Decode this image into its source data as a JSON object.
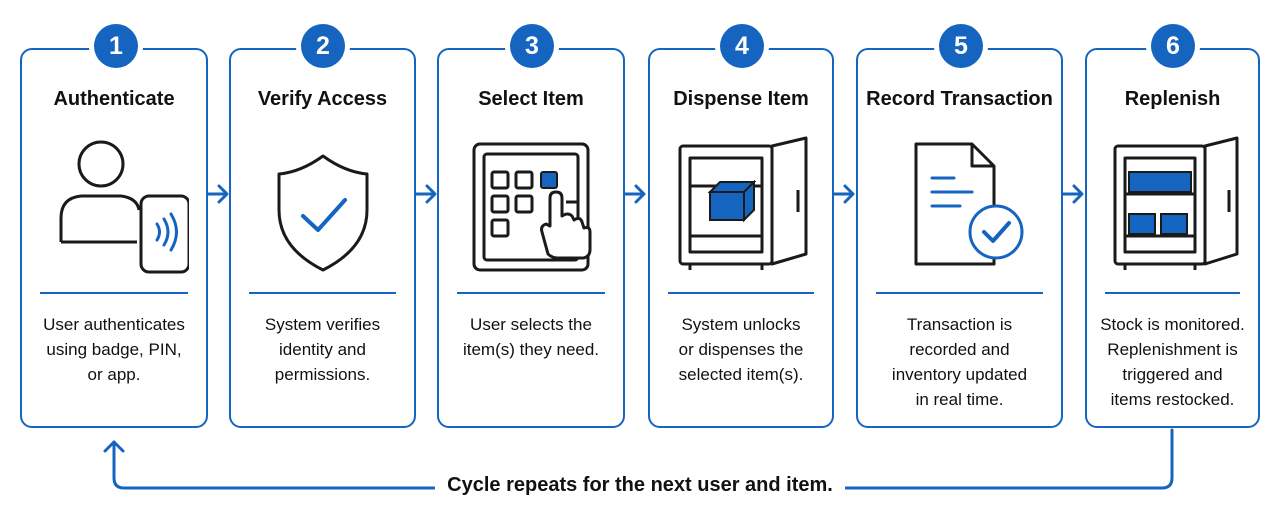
{
  "accent_color": "#1565c0",
  "steps": [
    {
      "number": "1",
      "title": "Authenticate",
      "description": "User authenticates\nusing badge, PIN,\nor app.",
      "icon": "user-badge-icon"
    },
    {
      "number": "2",
      "title": "Verify Access",
      "description": "System verifies\nidentity and\npermissions.",
      "icon": "shield-check-icon"
    },
    {
      "number": "3",
      "title": "Select Item",
      "description": "User selects the\nitem(s) they need.",
      "icon": "touch-keypad-icon"
    },
    {
      "number": "4",
      "title": "Dispense Item",
      "description": "System unlocks\nor dispenses the\nselected item(s).",
      "icon": "open-cabinet-icon"
    },
    {
      "number": "5",
      "title": "Record Transaction",
      "description": "Transaction is\nrecorded and\ninventory updated\nin real time.",
      "icon": "document-check-icon"
    },
    {
      "number": "6",
      "title": "Replenish",
      "description": "Stock is monitored.\nReplenishment is\ntriggered and\nitems restocked.",
      "icon": "stocked-cabinet-icon"
    }
  ],
  "loop_label": "Cycle repeats for the next user and item."
}
